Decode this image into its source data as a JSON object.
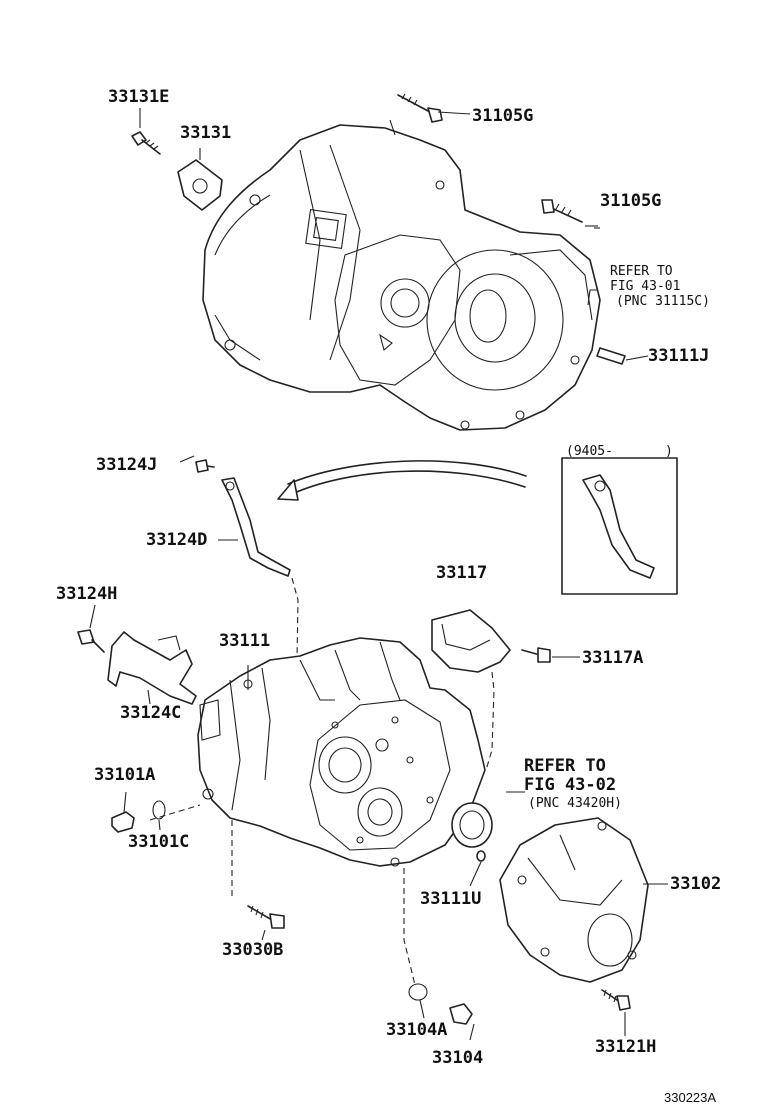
{
  "callouts": {
    "p33131E": "33131E",
    "p33131": "33131",
    "p31105G_top": "31105G",
    "p31105G_mid": "31105G",
    "refer1_line1": "REFER TO",
    "refer1_line2": "FIG 43-01",
    "refer1_line3": "(PNC 31115C)",
    "p33111J": "33111J",
    "p33124J": "33124J",
    "p33124D": "33124D",
    "date_range": "(9405-",
    "date_close": ")",
    "p33117": "33117",
    "p33124H": "33124H",
    "p33111": "33111",
    "p33117A": "33117A",
    "p33124C": "33124C",
    "p33101A": "33101A",
    "refer2_line1": "REFER TO",
    "refer2_line2": "FIG 43-02",
    "refer2_line3": "(PNC 43420H)",
    "p33101C": "33101C",
    "p33102": "33102",
    "p33111U": "33111U",
    "p33030B": "33030B",
    "p33104A": "33104A",
    "p33104": "33104",
    "p33121H": "33121H",
    "figure_code": "330223A"
  }
}
